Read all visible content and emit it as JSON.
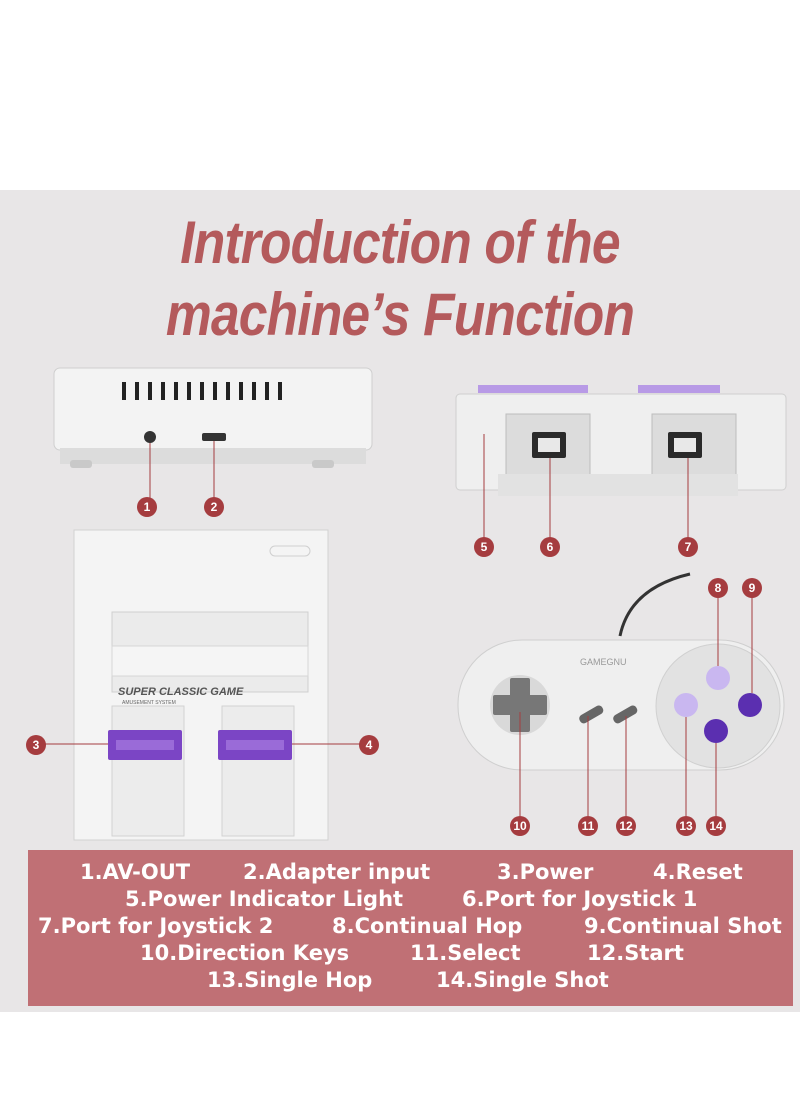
{
  "title": {
    "line1": "Introduction of the",
    "line2": "machine’s Function"
  },
  "console_labels": {
    "model": "SUPER CLASSIC GAME",
    "subtitle": "AMUSEMENT SYSTEM",
    "controller_brand": "GAMEGNU"
  },
  "callouts": [
    "1",
    "2",
    "3",
    "4",
    "5",
    "6",
    "7",
    "8",
    "9",
    "10",
    "11",
    "12",
    "13",
    "14"
  ],
  "legend": [
    "1.AV-OUT",
    "2.Adapter input",
    "3.Power",
    "4.Reset",
    "5.Power Indicator Light",
    "6.Port for Joystick 1",
    "7.Port for Joystick 2",
    "8.Continual Hop",
    "9.Continual Shot",
    "10.Direction Keys",
    "11.Select",
    "12.Start",
    "13.Single Hop",
    "14.Single Shot"
  ],
  "colors": {
    "title": "#b45a5c",
    "legend_bg": "#c07075",
    "callout": "#a53c3f",
    "accent_purple": "#7b45c5",
    "panel_bg": "#e8e6e7"
  }
}
